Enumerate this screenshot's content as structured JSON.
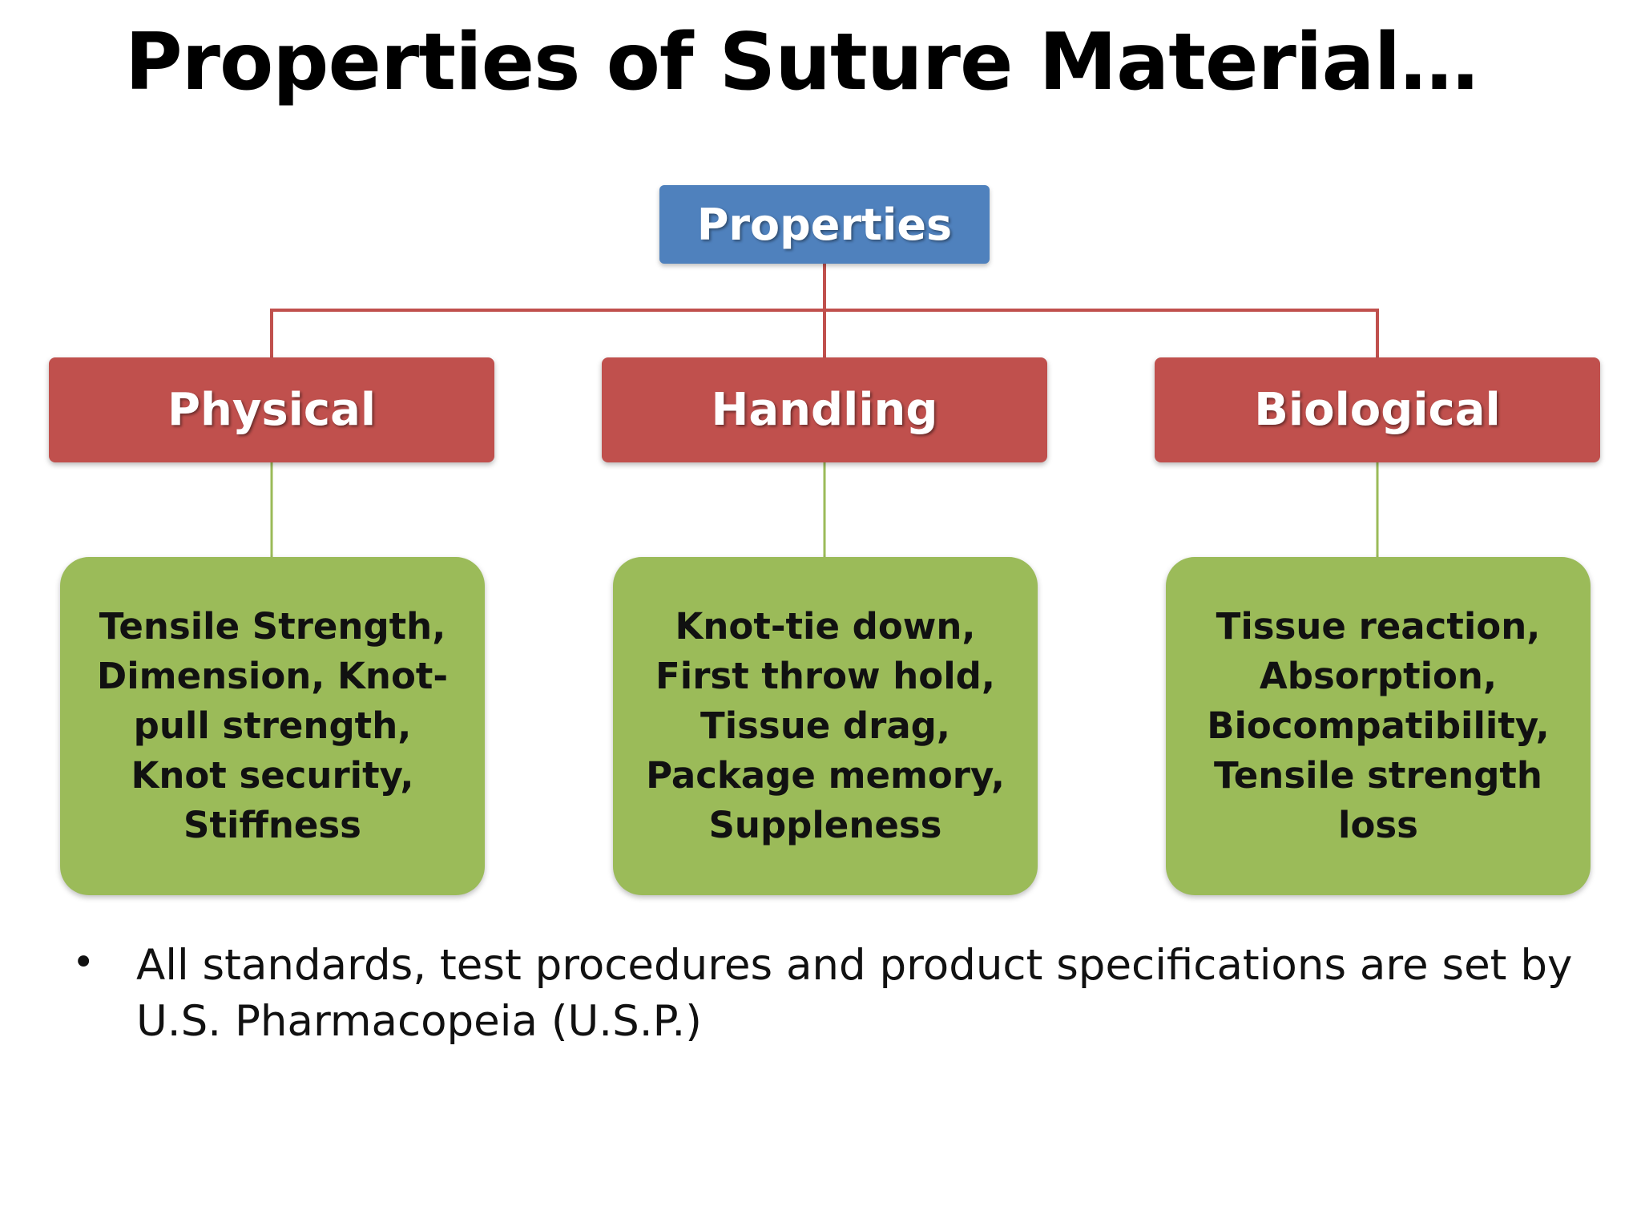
{
  "title": "Properties of Suture Material…",
  "root": {
    "label": "Properties"
  },
  "categories": [
    {
      "label": "Physical",
      "detail": "Tensile Strength, Dimension, Knot-pull strength, Knot security, Stiffness"
    },
    {
      "label": "Handling",
      "detail": "Knot-tie down, First throw hold, Tissue drag, Package memory, Suppleness"
    },
    {
      "label": "Biological",
      "detail": "Tissue reaction, Absorption, Biocompatibility, Tensile strength loss"
    }
  ],
  "note": {
    "bullet": "•",
    "text": "All standards, test procedures and product specifications are set by U.S. Pharmacopeia (U.S.P.)"
  },
  "colors": {
    "root": "#4f81bd",
    "category": "#c0504d",
    "detail": "#9bbb59",
    "connector_top": "#c0504d",
    "connector_bottom": "#9bbb59"
  }
}
